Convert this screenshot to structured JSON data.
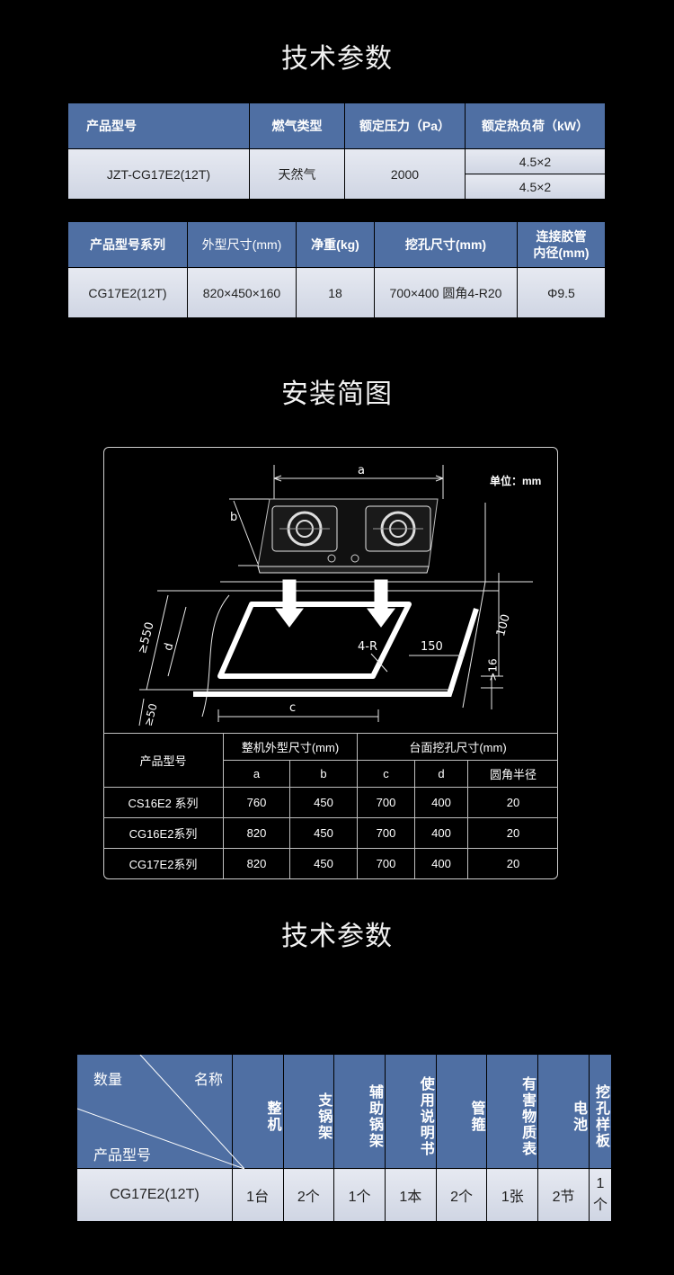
{
  "section1": {
    "title": "技术参数",
    "table1": {
      "headers": [
        "产品型号",
        "燃气类型",
        "额定压力（Pa）",
        "额定热负荷（kW）"
      ],
      "model": "JZT-CG17E2(12T)",
      "gas": "天然气",
      "pressure": "2000",
      "heat": [
        "4.5×2",
        "4.5×2"
      ]
    },
    "table2": {
      "headers": [
        "产品型号系列",
        "外型尺寸(mm)",
        "净重(kg)",
        "挖孔尺寸(mm)",
        "连接胶管内径(mm)"
      ],
      "header_last_lines": [
        "连接胶管",
        "内径(mm)"
      ],
      "row": [
        "CG17E2(12T)",
        "820×450×160",
        "18",
        "700×400 圆角4-R20",
        "Φ9.5"
      ]
    }
  },
  "section2": {
    "title": "安装简图",
    "diagram": {
      "unit": "单位：mm",
      "labels": {
        "a": "a",
        "b": "b",
        "c": "c",
        "d": "d",
        "r": "4-R",
        "w150": "150",
        "w100": "100",
        "g16": ">16",
        "g550": "≥550",
        "g50": "≥50"
      }
    },
    "dim_table": {
      "model_header": "产品型号",
      "group1": "整机外型尺寸(mm)",
      "group2": "台面挖孔尺寸(mm)",
      "sub": [
        "a",
        "b",
        "c",
        "d",
        "圆角半径"
      ],
      "rows": [
        [
          "CS16E2 系列",
          "760",
          "450",
          "700",
          "400",
          "20"
        ],
        [
          "CG16E2系列",
          "820",
          "450",
          "700",
          "400",
          "20"
        ],
        [
          "CG17E2系列",
          "820",
          "450",
          "700",
          "400",
          "20"
        ]
      ]
    }
  },
  "section3": {
    "title": "技术参数",
    "corner": {
      "qty": "数量",
      "name": "名称",
      "model": "产品型号"
    },
    "items": [
      "整机",
      "支锅架",
      "辅助锅架",
      "使用说明书",
      "管箍",
      "有害物质表",
      "电池",
      "挖孔样板"
    ],
    "row": {
      "model": "CG17E2(12T)",
      "values": [
        "1台",
        "2个",
        "1个",
        "1本",
        "2个",
        "1张",
        "2节",
        "1个"
      ]
    }
  }
}
